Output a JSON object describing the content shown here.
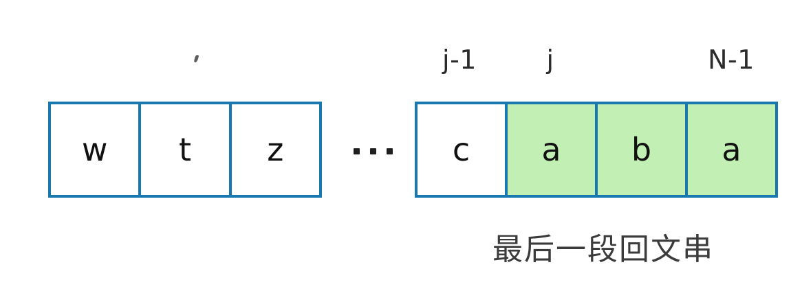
{
  "figure": {
    "caption": "最后一段回文串",
    "ellipsis": "...",
    "colors": {
      "cell_border": "#1878b0",
      "cell_fill": "#ffffff",
      "cell_highlight_fill": "#c2efb3",
      "text": "#111111",
      "label_text": "#2b2b2b",
      "caption_text": "#3b3b3b",
      "background": "#ffffff"
    }
  },
  "index_labels": [
    {
      "name": "j-minus-1",
      "text": "j-1"
    },
    {
      "name": "j",
      "text": "j"
    },
    {
      "name": "n-minus-1",
      "text": "N-1"
    }
  ],
  "arrays": {
    "left": {
      "name": "prefix-segment",
      "cells": [
        {
          "value": "w",
          "highlighted": false
        },
        {
          "value": "t",
          "highlighted": false
        },
        {
          "value": "z",
          "highlighted": false
        }
      ]
    },
    "right": {
      "name": "suffix-segment",
      "cells": [
        {
          "value": "c",
          "highlighted": false
        },
        {
          "value": "a",
          "highlighted": true
        },
        {
          "value": "b",
          "highlighted": true
        },
        {
          "value": "a",
          "highlighted": true
        }
      ]
    }
  }
}
